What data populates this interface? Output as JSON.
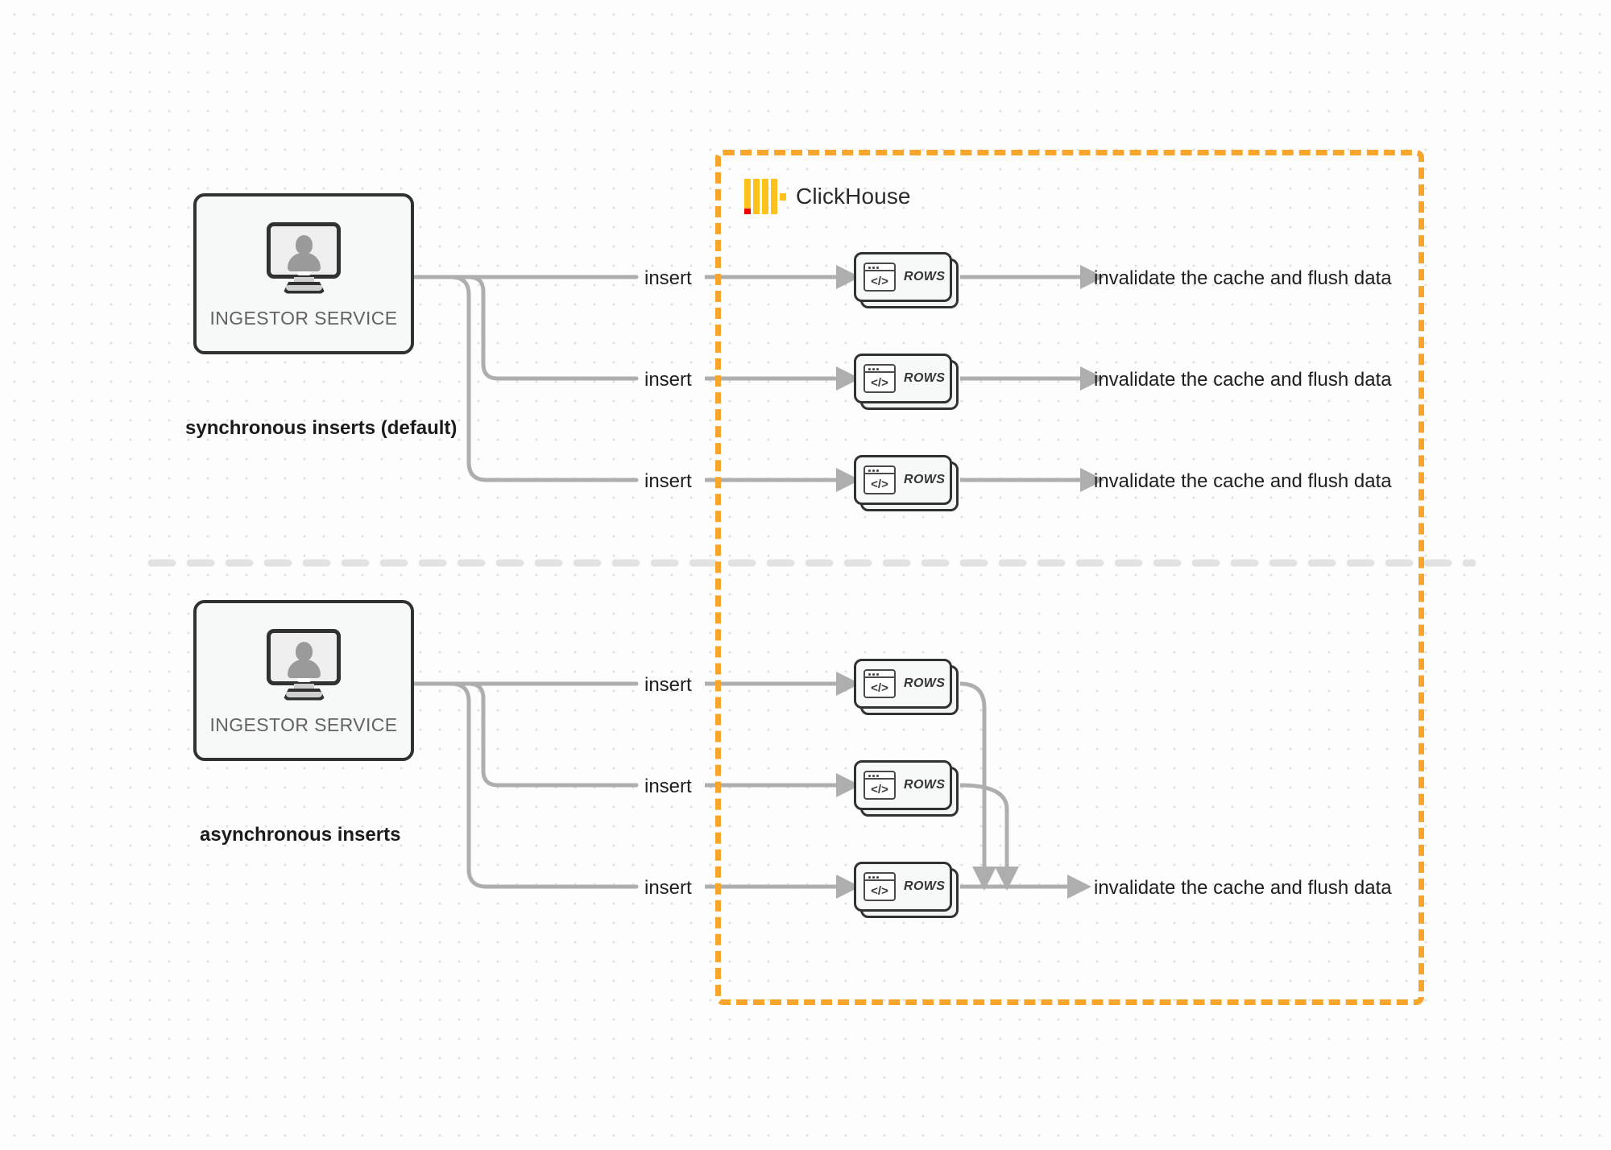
{
  "diagram": {
    "title": "ClickHouse synchronous vs asynchronous inserts",
    "colors": {
      "accent_orange": "#F7A62B",
      "logo_yellow": "#FFC21A",
      "logo_red": "#F00000",
      "wire_gray": "#AEAEAE",
      "node_outline": "#2F3132",
      "background": "#FDFDFD",
      "dot_grid": "#E3E3E3"
    }
  },
  "clickhouse": {
    "brand_name": "ClickHouse",
    "logo_name": "clickhouse-logo-icon"
  },
  "sections": [
    {
      "id": "synchronous",
      "caption": "synchronous inserts (default)",
      "ingestor": {
        "label": "INGESTOR SERVICE",
        "icon": "monitor-user-icon"
      },
      "flows": [
        {
          "insert_label": "insert",
          "rows_label": "ROWS",
          "rows_icon": "code-window-icon",
          "outcome_label": "invalidate the cache and flush data"
        },
        {
          "insert_label": "insert",
          "rows_label": "ROWS",
          "rows_icon": "code-window-icon",
          "outcome_label": "invalidate the cache and flush data"
        },
        {
          "insert_label": "insert",
          "rows_label": "ROWS",
          "rows_icon": "code-window-icon",
          "outcome_label": "invalidate the cache and flush data"
        }
      ]
    },
    {
      "id": "asynchronous",
      "caption": "asynchronous inserts",
      "ingestor": {
        "label": "INGESTOR SERVICE",
        "icon": "monitor-user-icon"
      },
      "flows": [
        {
          "insert_label": "insert",
          "rows_label": "ROWS",
          "rows_icon": "code-window-icon",
          "outcome_label": ""
        },
        {
          "insert_label": "insert",
          "rows_label": "ROWS",
          "rows_icon": "code-window-icon",
          "outcome_label": ""
        },
        {
          "insert_label": "insert",
          "rows_label": "ROWS",
          "rows_icon": "code-window-icon",
          "outcome_label": "invalidate the cache and flush data"
        }
      ],
      "merged_outcome_label": "invalidate the cache and flush data"
    }
  ],
  "code_glyph": "</>"
}
